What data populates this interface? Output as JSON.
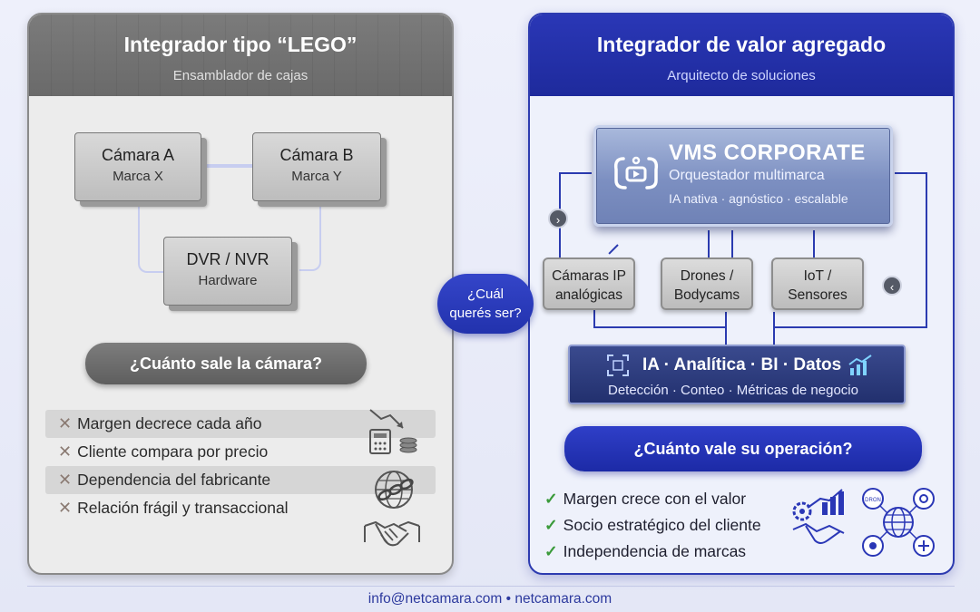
{
  "left": {
    "title": "Integrador tipo “LEGO”",
    "subtitle": "Ensamblador de cajas",
    "blocks": [
      {
        "line1": "Cámara A",
        "line2": "Marca X"
      },
      {
        "line1": "Cámara B",
        "line2": "Marca Y"
      },
      {
        "line1": "DVR / NVR",
        "line2": "Hardware"
      }
    ],
    "question": "¿Cuánto sale la cámara?",
    "cons": [
      "Margen decrece cada año",
      "Cliente compara por precio",
      "Dependencia del fabricante",
      "Relación frágil y transaccional"
    ],
    "icons": [
      "falling-chart-calculator-icon",
      "chain-globe-icon",
      "handshake-icon"
    ]
  },
  "center": {
    "line1": "¿Cuál",
    "line2": "querés ser?"
  },
  "right": {
    "title": "Integrador de valor agregado",
    "subtitle": "Arquitecto de soluciones",
    "vms": {
      "title": "VMS CORPORATE",
      "subtitle": "Orquestador multimarca",
      "features": "IA nativa · agnóstico · escalable"
    },
    "sources": [
      {
        "line1": "Cámaras IP",
        "line2": "analógicas"
      },
      {
        "line1": "Drones /",
        "line2": "Bodycams"
      },
      {
        "line1": "IoT /",
        "line2": "Sensores"
      }
    ],
    "ia": {
      "title": "IA · Analítica · BI · Datos",
      "subtitle": "Detección · Conteo · Métricas de negocio"
    },
    "question": "¿Cuánto vale su operación?",
    "pros": [
      "Margen crece con el valor",
      "Socio estratégico del cliente",
      "Independencia de marcas"
    ],
    "icons": [
      "growth-gears-handshake-icon",
      "connected-globe-icon"
    ],
    "icon_badge": "DRON"
  },
  "footer": "info@netcamara.com • netcamara.com",
  "colors": {
    "accent": "#2a37b6",
    "neutral": "#6e6e6e",
    "check": "#3a9a3a"
  }
}
